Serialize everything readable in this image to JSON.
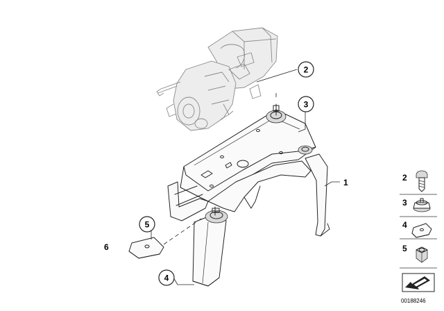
{
  "callouts": {
    "c1": "1",
    "c2": "2",
    "c3": "3",
    "c4": "4",
    "c5": "5",
    "c6": "6"
  },
  "legend": {
    "items": [
      {
        "number": "2",
        "icon": "bolt-icon"
      },
      {
        "number": "3",
        "icon": "rubber-mount-icon"
      },
      {
        "number": "4",
        "icon": "clip-nut-icon"
      },
      {
        "number": "5",
        "icon": "hex-nut-icon"
      }
    ]
  },
  "document_number": "00188246",
  "colors": {
    "ink": "#222222",
    "ghost": "#8a8a8a",
    "background": "#ffffff"
  }
}
